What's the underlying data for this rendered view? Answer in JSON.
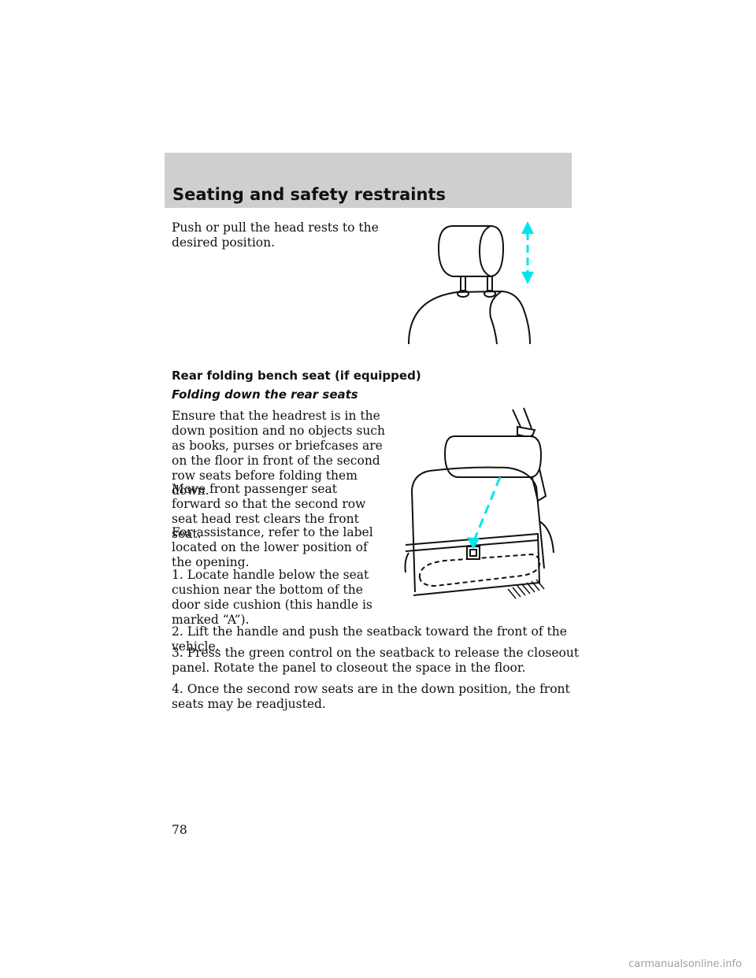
{
  "header": {
    "section_title": "Seating and safety restraints"
  },
  "headrest": {
    "instruction": "Push or pull the head rests to the desired position."
  },
  "rear_seat": {
    "heading": "Rear folding bench seat (if equipped)",
    "subheading": "Folding down the rear seats",
    "paragraphs": [
      "Ensure that the headrest is in the down position and no objects such as books, purses or briefcases are on the floor in front of the second row seats before folding them down.",
      "Move front passenger seat forward so that the second row seat head rest clears the front seat.",
      "For assistance, refer to the label located on the lower position of the opening.",
      "1. Locate handle below the seat cushion near the bottom of the door side cushion (this handle is marked “A”)."
    ],
    "steps": [
      "2. Lift the handle and push the seatback toward the front of the vehicle.",
      "3. Press the green control on the seatback to release the closeout panel. Rotate the panel to closeout the space in the floor.",
      "4. Once the second row seats are in the down position, the front seats may be readjusted."
    ]
  },
  "page_number": "78",
  "watermark": "carmanualsonline.info",
  "colors": {
    "header_band": "#cfcfcf",
    "arrow": "#00e5ee"
  }
}
